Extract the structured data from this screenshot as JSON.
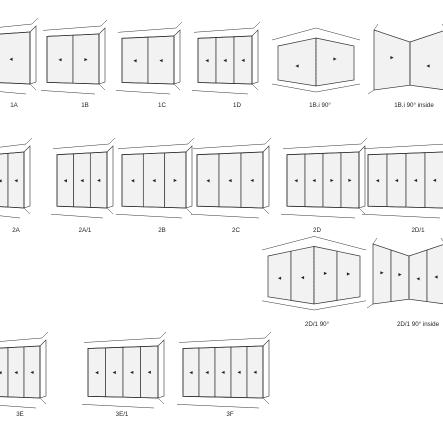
{
  "colors": {
    "line": "#333333",
    "glass": "#f2f2f2",
    "arrow": "#222222",
    "background": "#ffffff"
  },
  "configurations": [
    {
      "id": "1A",
      "label": "1A",
      "panels": 1,
      "variant": "wall-right"
    },
    {
      "id": "1B",
      "label": "1B",
      "panels": 2,
      "variant": "bi"
    },
    {
      "id": "1C",
      "label": "1C",
      "panels": 2,
      "variant": "side"
    },
    {
      "id": "1D",
      "label": "1D",
      "panels": 3,
      "variant": "side"
    },
    {
      "id": "1B90",
      "label": "1B.i 90°",
      "panels": 2,
      "variant": "corner-out"
    },
    {
      "id": "1B90in",
      "label": "1B.i 90° inside",
      "panels": 2,
      "variant": "corner-in"
    },
    {
      "id": "2A",
      "label": "2A",
      "panels": 2,
      "variant": "wall-right"
    },
    {
      "id": "2A1",
      "label": "2A/1",
      "panels": 3,
      "variant": "wall-right"
    },
    {
      "id": "2B",
      "label": "2B",
      "panels": 3,
      "variant": "bi"
    },
    {
      "id": "2C",
      "label": "2C",
      "panels": 3,
      "variant": "side"
    },
    {
      "id": "2D",
      "label": "2D",
      "panels": 4,
      "variant": "bi"
    },
    {
      "id": "2D1",
      "label": "2D/1",
      "panels": 4,
      "variant": "side"
    },
    {
      "id": "2D190",
      "label": "2D/1 90°",
      "panels": 4,
      "variant": "corner-out"
    },
    {
      "id": "2D190in",
      "label": "2D/1 90° inside",
      "panels": 4,
      "variant": "corner-in"
    },
    {
      "id": "3E",
      "label": "3E",
      "panels": 3,
      "variant": "wall-right"
    },
    {
      "id": "3E1",
      "label": "3E/1",
      "panels": 4,
      "variant": "wall-right"
    },
    {
      "id": "3F",
      "label": "3F",
      "panels": 5,
      "variant": "side"
    }
  ]
}
